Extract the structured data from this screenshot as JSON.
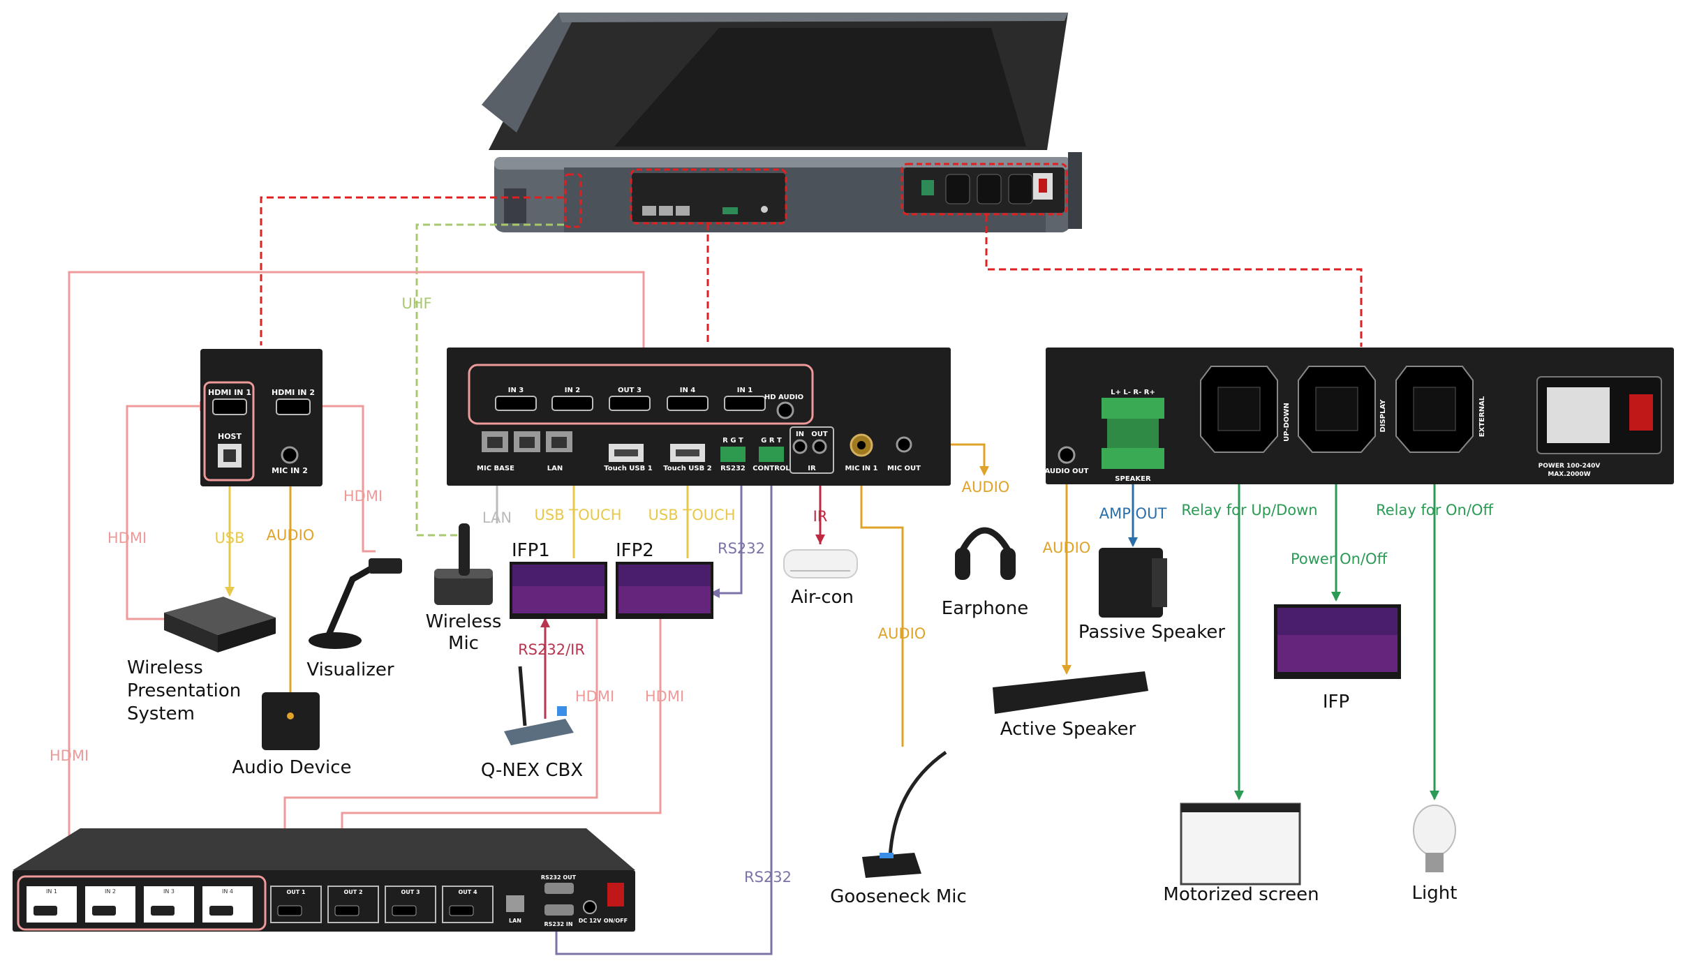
{
  "colors": {
    "hdmi": "#ee9a9a",
    "usb": "#e8c84a",
    "audio": "#e0a32a",
    "uhf": "#a8c870",
    "lan": "#bbbbbb",
    "rs232": "#7d72a8",
    "rs232_ir": "#b83550",
    "ir": "#c02840",
    "amp": "#2a6fa8",
    "relay": "#2a9a55",
    "dashed": "#e02020",
    "device": "#1e1e1e"
  },
  "wall_plate": {
    "hdmi_in_1": "HDMI IN 1",
    "hdmi_in_2": "HDMI IN 2",
    "host": "HOST",
    "mic_in_2": "MIC IN 2"
  },
  "av_panel": {
    "in3": "IN 3",
    "in2": "IN 2",
    "out3": "OUT 3",
    "in4": "IN 4",
    "in1": "IN 1",
    "hd_audio": "HD AUDIO",
    "mic_base": "MIC BASE",
    "lan": "LAN",
    "touch_usb_1": "Touch USB 1",
    "touch_usb_2": "Touch USB 2",
    "rgt": "R G T",
    "grt": "G R T",
    "rs232": "RS232",
    "control": "CONTROL",
    "ir_in": "IN",
    "ir_out": "OUT",
    "ir": "IR",
    "mic_in_1": "MIC IN 1",
    "mic_out": "MIC OUT"
  },
  "power_panel": {
    "audio_out": "AUDIO OUT",
    "speaker_pins": "L+ L- R- R+",
    "speaker": "SPEAKER",
    "up_down": "UP-DOWN",
    "display": "DISPLAY",
    "external": "EXTERNAL",
    "power_spec_1": "POWER 100-240V",
    "power_spec_2": "MAX.2000W"
  },
  "matrix": {
    "in_ports": [
      "IN 1",
      "IN 2",
      "IN 3",
      "IN 4"
    ],
    "out_ports": [
      "OUT 1",
      "OUT 2",
      "OUT 3",
      "OUT 4"
    ],
    "lan": "LAN",
    "rs232_out": "RS232 OUT",
    "rs232_in": "RS232 IN",
    "dc": "DC 12V",
    "on_off": "ON/OFF"
  },
  "connections": {
    "uhf": "UHF",
    "hdmi": "HDMI",
    "usb": "USB",
    "audio": "AUDIO",
    "lan": "LAN",
    "usb_touch": "USB TOUCH",
    "rs232": "RS232",
    "ir": "IR",
    "rs232_ir": "RS232/IR",
    "amp_out": "AMP OUT",
    "relay_up_down": "Relay for Up/Down",
    "power_on_off": "Power On/Off",
    "relay_on_off": "Relay for On/Off"
  },
  "devices": {
    "wireless_presentation": [
      "Wireless",
      "Presentation",
      "System"
    ],
    "visualizer": "Visualizer",
    "audio_device": "Audio Device",
    "wireless_mic": [
      "Wireless",
      "Mic"
    ],
    "ifp1": "IFP1",
    "ifp2": "IFP2",
    "qnex": "Q-NEX CBX",
    "aircon": "Air-con",
    "earphone": "Earphone",
    "gooseneck_mic": "Gooseneck Mic",
    "passive_speaker": "Passive Speaker",
    "active_speaker": "Active Speaker",
    "ifp": "IFP",
    "motorized_screen": "Motorized screen",
    "light": "Light"
  }
}
